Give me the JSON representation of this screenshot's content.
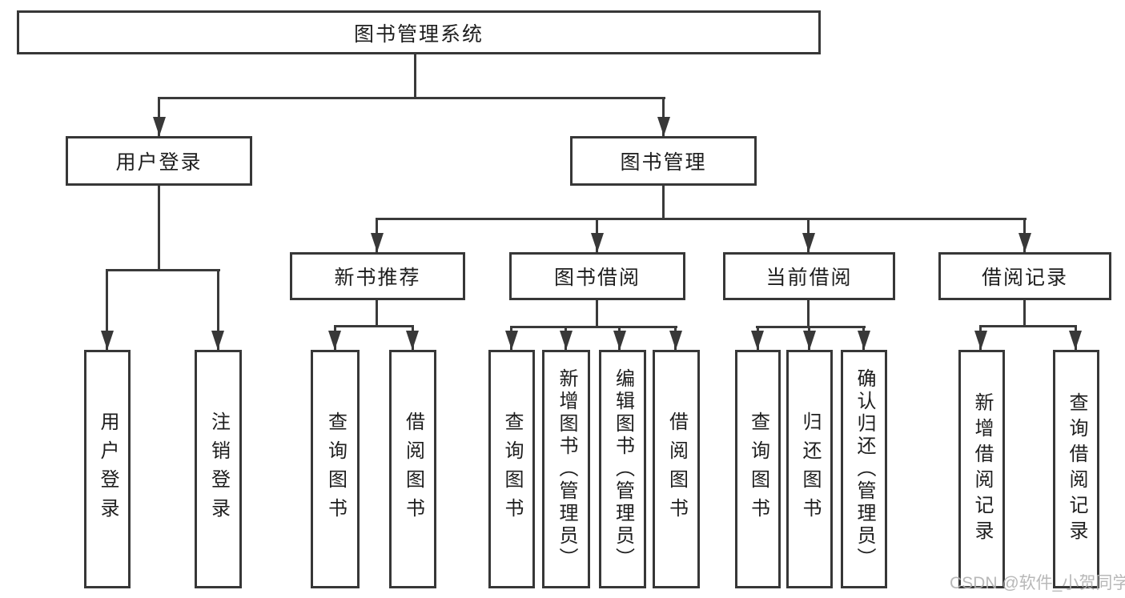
{
  "tree": {
    "root": "图书管理系统",
    "branches": [
      {
        "label": "用户登录",
        "children": [
          "用户登录",
          "注销登录"
        ]
      },
      {
        "label": "图书管理",
        "sections": [
          {
            "label": "新书推荐",
            "children": [
              "查询图书",
              "借阅图书"
            ]
          },
          {
            "label": "图书借阅",
            "children": [
              "查询图书",
              "新增图书（管理员）",
              "编辑图书（管理员）",
              "借阅图书"
            ]
          },
          {
            "label": "当前借阅",
            "children": [
              "查询图书",
              "归还图书",
              "确认归还（管理员）"
            ]
          },
          {
            "label": "借阅记录",
            "children": [
              "新增借阅记录",
              "查询借阅记录"
            ]
          }
        ]
      }
    ]
  },
  "watermark": {
    "text": "CSDN @软件_小贺同学"
  },
  "colors": {
    "line": "#3a3a3a",
    "border": "#373737",
    "text": "#1e1e1e",
    "background": "#ffffff",
    "watermark": "#b0b0b0"
  }
}
